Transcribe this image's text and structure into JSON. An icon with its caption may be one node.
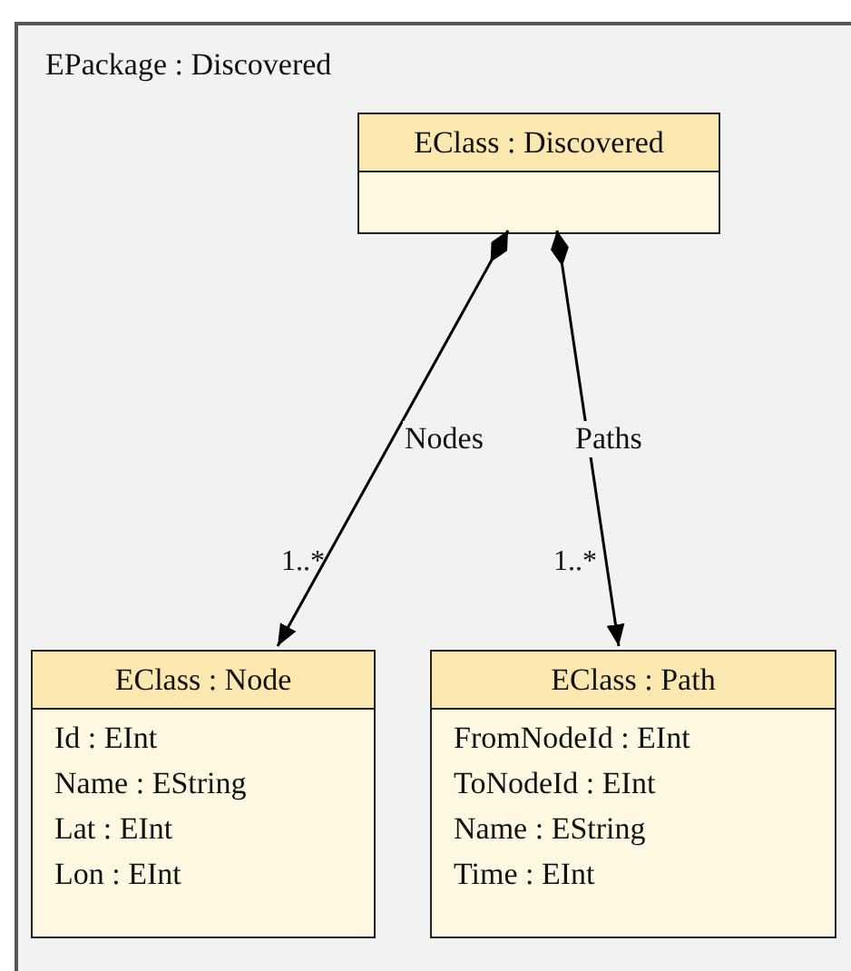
{
  "diagram": {
    "nodes": [
      {
        "text": [
          "EPackage : Discovered"
        ]
      },
      {
        "text": [
          "EClass : Discovered"
        ],
        "in": 0
      },
      {
        "text": [
          "EClass : Node",
          "Id : EInt",
          "Name : EString",
          "Lat : EInt",
          "Lon : EInt"
        ],
        "in": 0
      },
      {
        "text": [
          "EClass : Path",
          "FromNodeId : EInt",
          "ToNodeId : EInt",
          "Name : EString",
          "Time : EInt"
        ],
        "in": 0
      }
    ],
    "edges": [
      {
        "from": 1,
        "to": 2,
        "arrow": "to",
        "label": "Nodes"
      },
      {
        "from": 1,
        "to": 3,
        "arrow": "to",
        "label": "Paths"
      }
    ],
    "labels": [
      "1..*",
      "1..*"
    ]
  }
}
